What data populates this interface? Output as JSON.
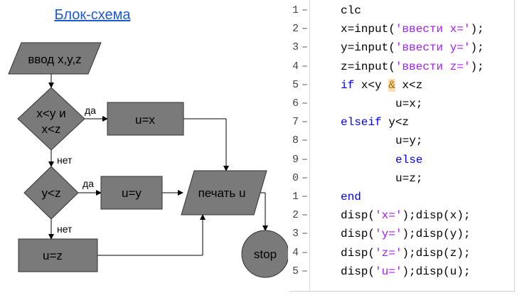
{
  "flowchart": {
    "title": "Блок-схема",
    "input_label": "ввод x,y,z",
    "decision1_line1": "x<y и",
    "decision1_line2": "x<z",
    "yes1_label": "да",
    "no1_label": "нет",
    "assign1_label": "u=x",
    "decision2_label": "y<z",
    "yes2_label": "да",
    "no2_label": "нет",
    "assign2_label": "u=y",
    "print_label": "печать u",
    "assign3_label": "u=z",
    "stop_label": "stop",
    "colors": {
      "shape_fill": "#7a7a7a",
      "title_link": "#1f5bd0"
    }
  },
  "editor": {
    "lines": [
      {
        "num": "1",
        "dash": "–",
        "tokens": [
          [
            "clc",
            ""
          ]
        ]
      },
      {
        "num": "2",
        "dash": "–",
        "tokens": [
          [
            "x=input(",
            ""
          ],
          [
            "'ввести x='",
            "str"
          ],
          [
            ");",
            ""
          ]
        ]
      },
      {
        "num": "3",
        "dash": "–",
        "tokens": [
          [
            "y=input(",
            ""
          ],
          [
            "'ввести y='",
            "str"
          ],
          [
            ");",
            ""
          ]
        ]
      },
      {
        "num": "4",
        "dash": "–",
        "tokens": [
          [
            "z=input(",
            ""
          ],
          [
            "'ввести z='",
            "str"
          ],
          [
            ");",
            ""
          ]
        ]
      },
      {
        "num": "5",
        "dash": "–",
        "tokens": [
          [
            "if",
            "kw"
          ],
          [
            " x<y ",
            ""
          ],
          [
            "&",
            "amp"
          ],
          [
            " x<z",
            ""
          ]
        ]
      },
      {
        "num": "6",
        "dash": "–",
        "tokens": [
          [
            "u=x;",
            ""
          ]
        ]
      },
      {
        "num": "7",
        "dash": "–",
        "tokens": [
          [
            "elseif",
            "kw"
          ],
          [
            " y<z",
            ""
          ]
        ]
      },
      {
        "num": "8",
        "dash": "–",
        "tokens": [
          [
            "u=y;",
            ""
          ]
        ]
      },
      {
        "num": "9",
        "dash": "–",
        "tokens": [
          [
            "else",
            "kw"
          ]
        ]
      },
      {
        "num": "0",
        "dash": "–",
        "tokens": [
          [
            "u=z;",
            ""
          ]
        ]
      },
      {
        "num": "1",
        "dash": "–",
        "tokens": [
          [
            "end",
            "kw"
          ]
        ]
      },
      {
        "num": "2",
        "dash": "–",
        "tokens": [
          [
            "disp(",
            ""
          ],
          [
            "'x='",
            "str"
          ],
          [
            ");disp(x);",
            ""
          ]
        ]
      },
      {
        "num": "3",
        "dash": "–",
        "tokens": [
          [
            "disp(",
            ""
          ],
          [
            "'y='",
            "str"
          ],
          [
            ");disp(y);",
            ""
          ]
        ]
      },
      {
        "num": "4",
        "dash": "–",
        "tokens": [
          [
            "disp(",
            ""
          ],
          [
            "'z='",
            "str"
          ],
          [
            ");disp(z);",
            ""
          ]
        ]
      },
      {
        "num": "5",
        "dash": "–",
        "tokens": [
          [
            "disp(",
            ""
          ],
          [
            "'u='",
            "str"
          ],
          [
            ");disp(u);",
            ""
          ]
        ]
      }
    ],
    "colors": {
      "keyword": "#0000ff",
      "string": "#a020f0",
      "amp_bg": "#ffe0b0"
    }
  }
}
